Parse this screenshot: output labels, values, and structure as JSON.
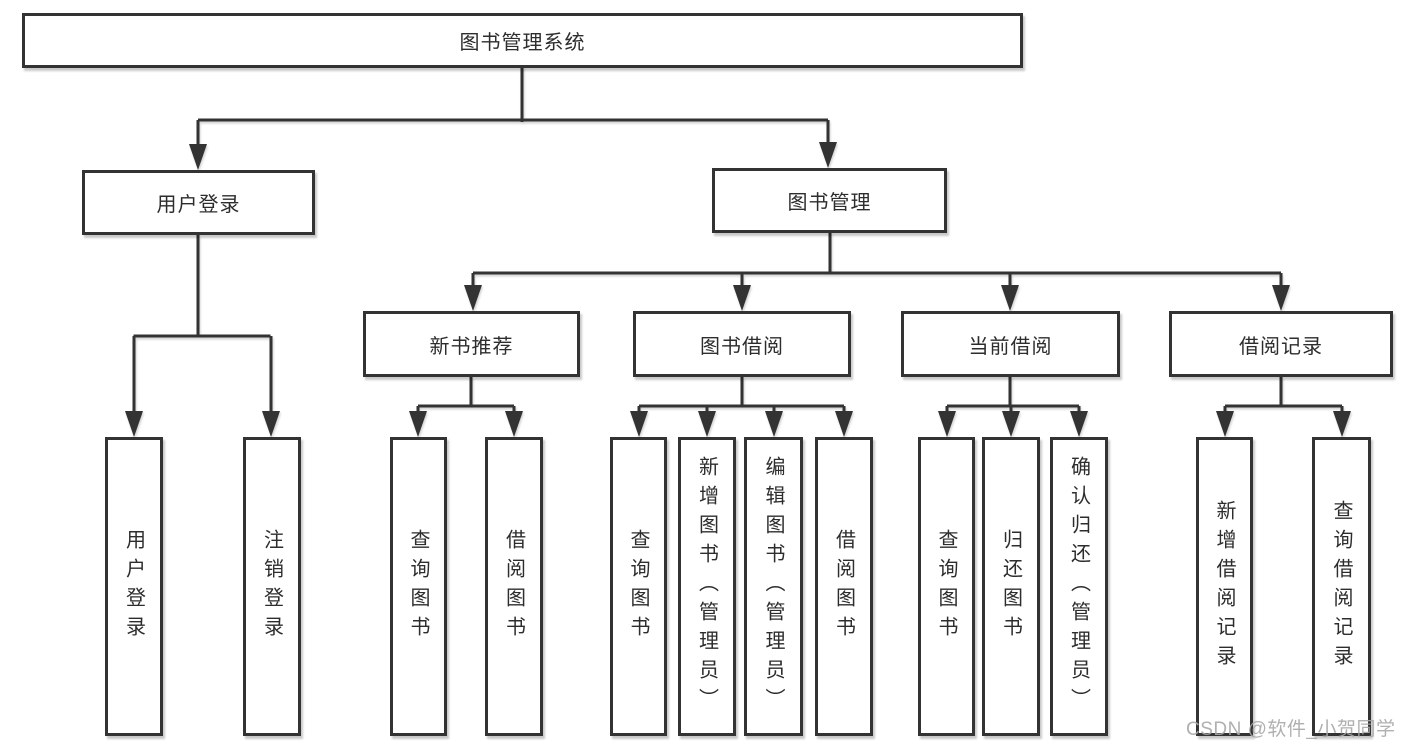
{
  "tree": {
    "label": "图书管理系统",
    "children": [
      {
        "label": "用户登录",
        "children": [
          {
            "label": "用户登录"
          },
          {
            "label": "注销登录"
          }
        ]
      },
      {
        "label": "图书管理",
        "children": [
          {
            "label": "新书推荐",
            "children": [
              {
                "label": "查询图书"
              },
              {
                "label": "借阅图书"
              }
            ]
          },
          {
            "label": "图书借阅",
            "children": [
              {
                "label": "查询图书"
              },
              {
                "label": "新增图书（管理员）"
              },
              {
                "label": "编辑图书（管理员）"
              },
              {
                "label": "借阅图书"
              }
            ]
          },
          {
            "label": "当前借阅",
            "children": [
              {
                "label": "查询图书"
              },
              {
                "label": "归还图书"
              },
              {
                "label": "确认归还（管理员）"
              }
            ]
          },
          {
            "label": "借阅记录",
            "children": [
              {
                "label": "新增借阅记录"
              },
              {
                "label": "查询借阅记录"
              }
            ]
          }
        ]
      }
    ]
  },
  "watermark": {
    "text": "CSDN @软件_小贺同学"
  },
  "colors": {
    "line": "#333333",
    "text": "#2d2d2d",
    "box_background": "#ffffff",
    "watermark": "#a8a8a8",
    "page_background": "#ffffff"
  }
}
